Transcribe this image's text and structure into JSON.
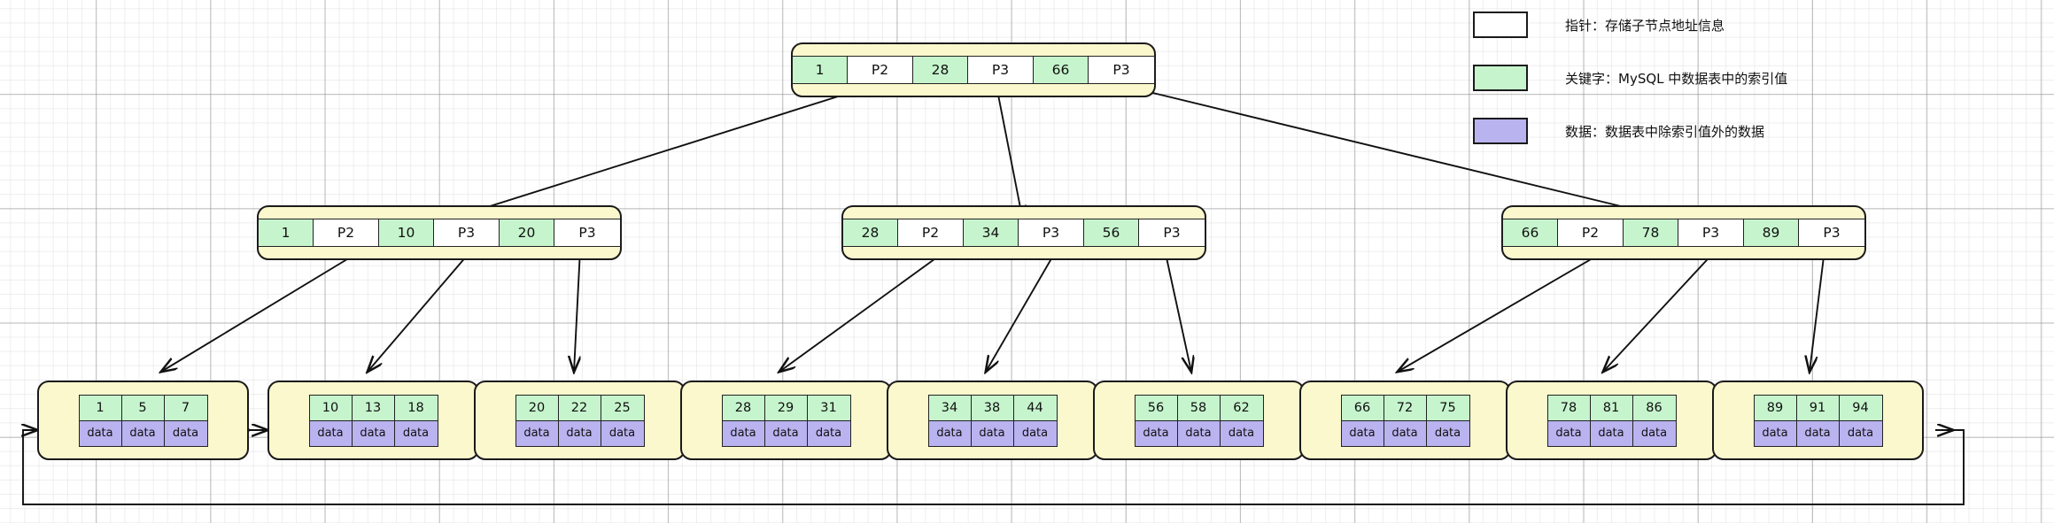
{
  "diagram": {
    "title": "B+Tree index structure",
    "colors": {
      "node_fill": "#fbf8cd",
      "key_fill": "#c6f5cd",
      "pointer_fill": "#ffffff",
      "data_fill": "#b9b3f0",
      "stroke": "#1a1a1a"
    }
  },
  "legend": {
    "items": [
      {
        "swatch": "pointer-swatch",
        "label": "指针：存储子节点地址信息"
      },
      {
        "swatch": "key-swatch",
        "label": "关键字：MySQL 中数据表中的索引值"
      },
      {
        "swatch": "data-swatch",
        "label": "数据：数据表中除索引值外的数据"
      }
    ]
  },
  "root": {
    "cells": [
      {
        "text": "1",
        "kind": "key"
      },
      {
        "text": "P2",
        "kind": "ptr"
      },
      {
        "text": "28",
        "kind": "key"
      },
      {
        "text": "P3",
        "kind": "ptr"
      },
      {
        "text": "66",
        "kind": "key"
      },
      {
        "text": "P3",
        "kind": "ptr"
      }
    ]
  },
  "internal": [
    {
      "cells": [
        {
          "text": "1",
          "kind": "key"
        },
        {
          "text": "P2",
          "kind": "ptr"
        },
        {
          "text": "10",
          "kind": "key"
        },
        {
          "text": "P3",
          "kind": "ptr"
        },
        {
          "text": "20",
          "kind": "key"
        },
        {
          "text": "P3",
          "kind": "ptr"
        }
      ]
    },
    {
      "cells": [
        {
          "text": "28",
          "kind": "key"
        },
        {
          "text": "P2",
          "kind": "ptr"
        },
        {
          "text": "34",
          "kind": "key"
        },
        {
          "text": "P3",
          "kind": "ptr"
        },
        {
          "text": "56",
          "kind": "key"
        },
        {
          "text": "P3",
          "kind": "ptr"
        }
      ]
    },
    {
      "cells": [
        {
          "text": "66",
          "kind": "key"
        },
        {
          "text": "P2",
          "kind": "ptr"
        },
        {
          "text": "78",
          "kind": "key"
        },
        {
          "text": "P3",
          "kind": "ptr"
        },
        {
          "text": "89",
          "kind": "key"
        },
        {
          "text": "P3",
          "kind": "ptr"
        }
      ]
    }
  ],
  "leaves": [
    {
      "keys": [
        "1",
        "5",
        "7"
      ],
      "data": [
        "data",
        "data",
        "data"
      ]
    },
    {
      "keys": [
        "10",
        "13",
        "18"
      ],
      "data": [
        "data",
        "data",
        "data"
      ]
    },
    {
      "keys": [
        "20",
        "22",
        "25"
      ],
      "data": [
        "data",
        "data",
        "data"
      ]
    },
    {
      "keys": [
        "28",
        "29",
        "31"
      ],
      "data": [
        "data",
        "data",
        "data"
      ]
    },
    {
      "keys": [
        "34",
        "38",
        "44"
      ],
      "data": [
        "data",
        "data",
        "data"
      ]
    },
    {
      "keys": [
        "56",
        "58",
        "62"
      ],
      "data": [
        "data",
        "data",
        "data"
      ]
    },
    {
      "keys": [
        "66",
        "72",
        "75"
      ],
      "data": [
        "data",
        "data",
        "data"
      ]
    },
    {
      "keys": [
        "78",
        "81",
        "86"
      ],
      "data": [
        "data",
        "data",
        "data"
      ]
    },
    {
      "keys": [
        "89",
        "91",
        "94"
      ],
      "data": [
        "data",
        "data",
        "data"
      ]
    }
  ]
}
